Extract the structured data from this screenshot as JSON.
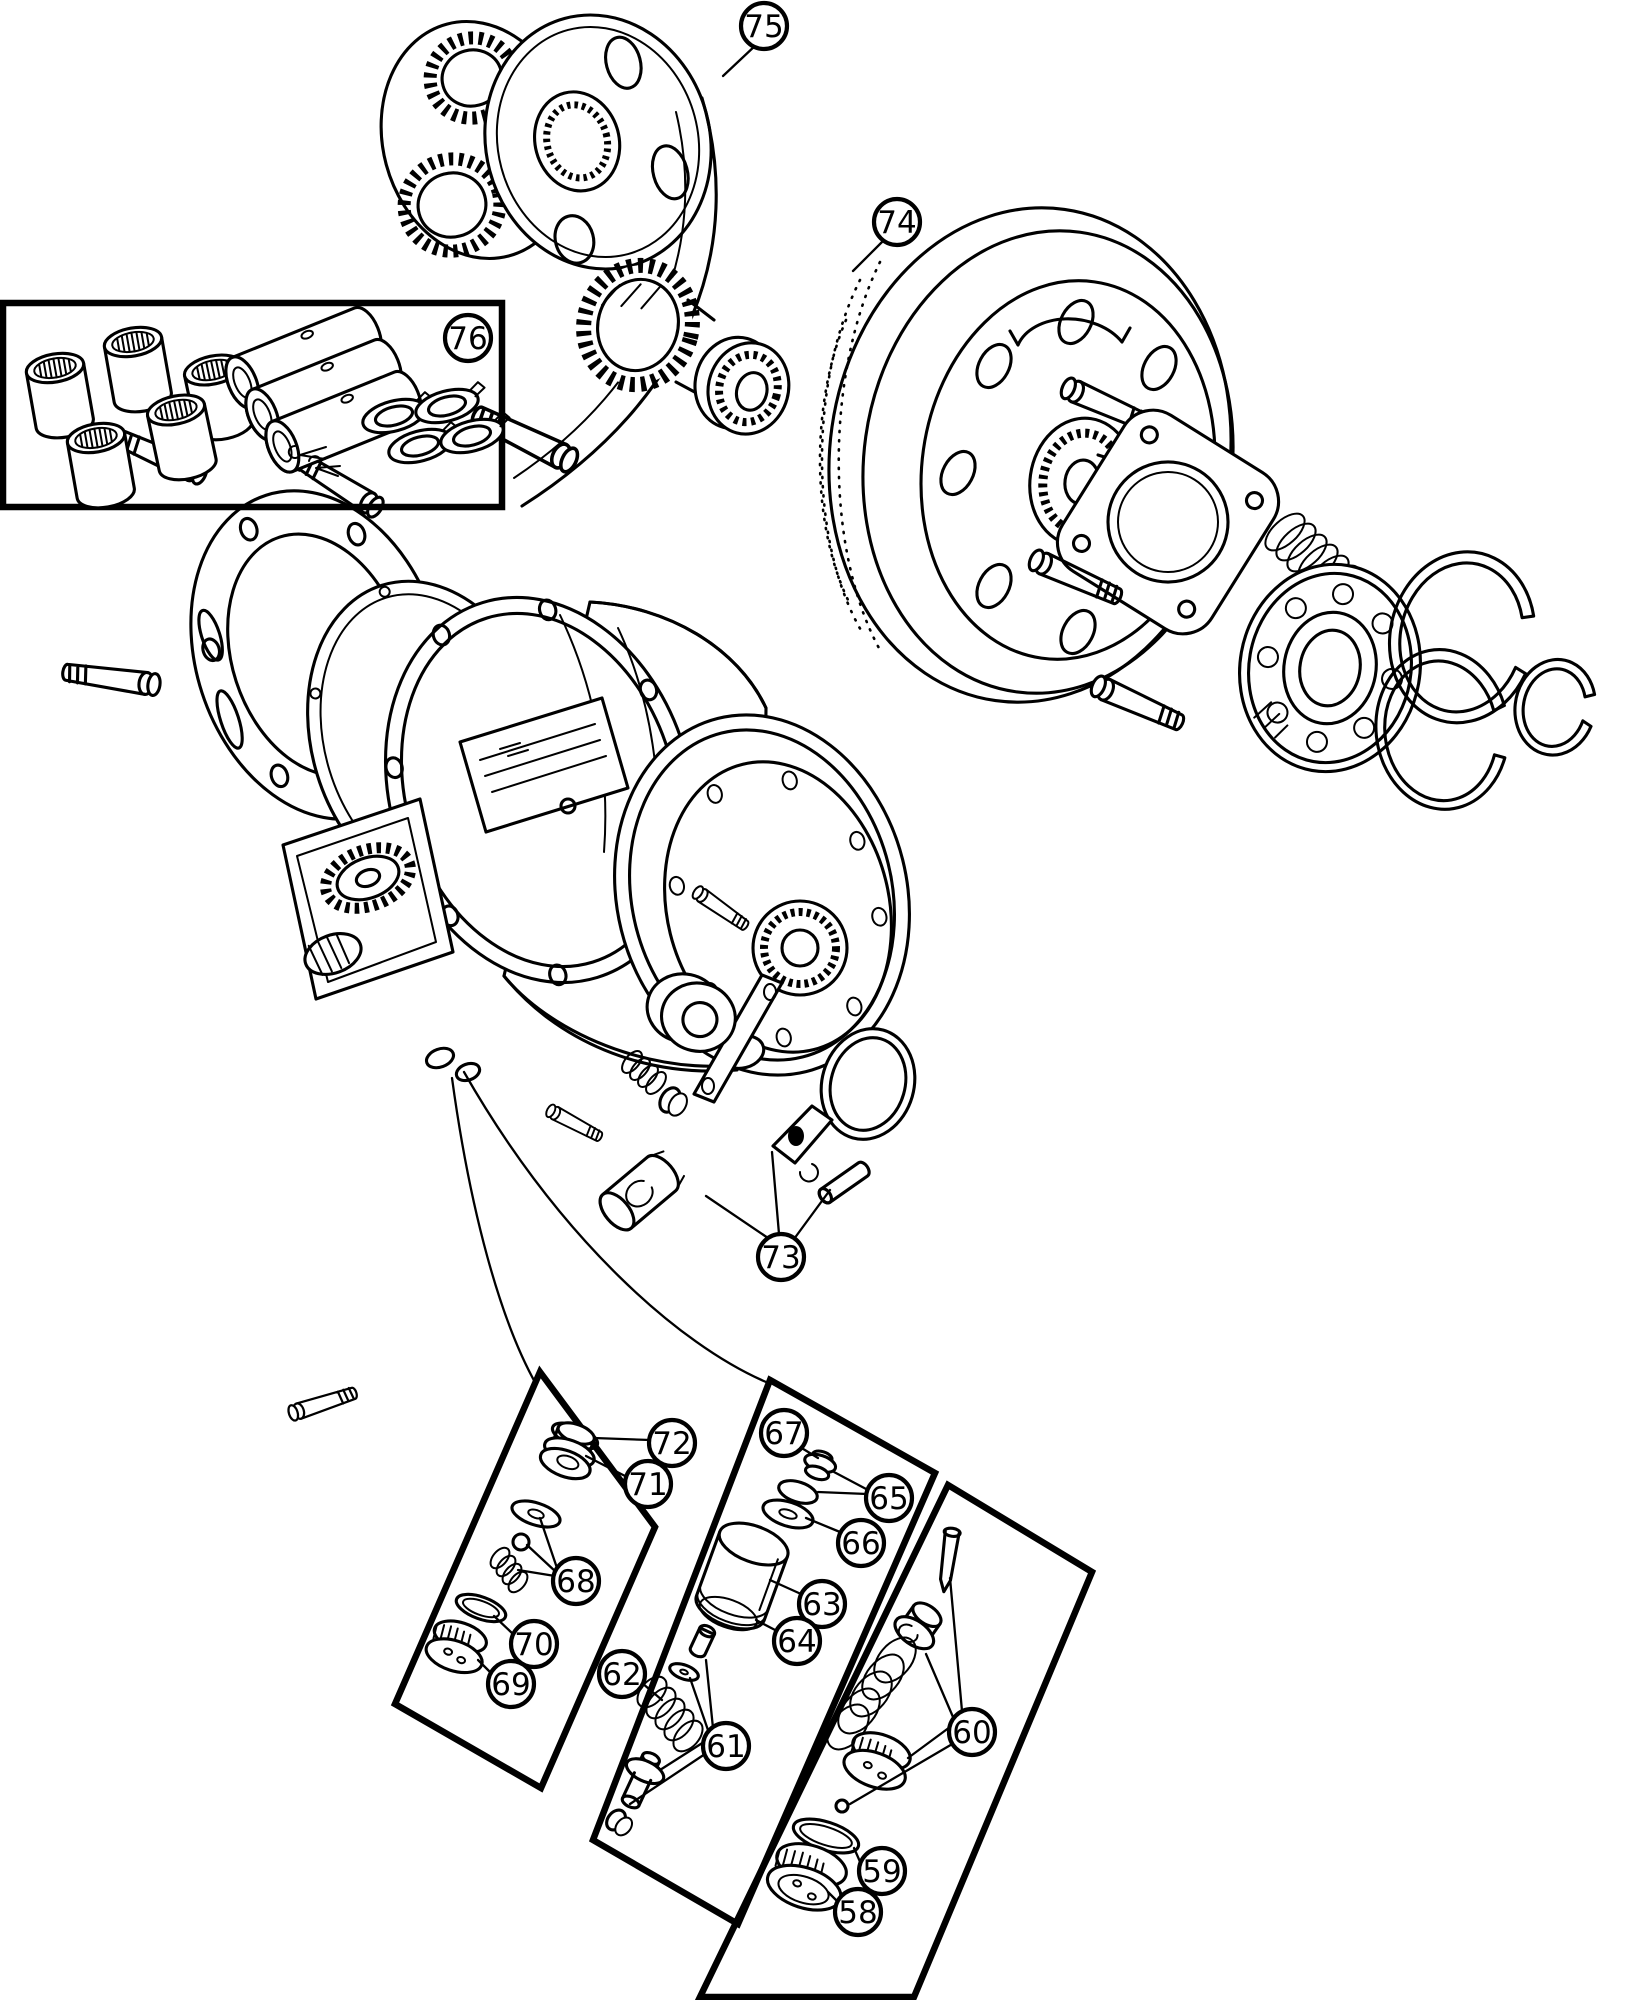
{
  "figure": {
    "type": "exploded-parts-diagram",
    "subject": "overdrive-gear-unit",
    "background": "#ffffff",
    "ink": "#000000"
  },
  "callouts": [
    {
      "label": "75"
    },
    {
      "label": "74"
    },
    {
      "label": "76"
    },
    {
      "label": "73"
    },
    {
      "label": "72"
    },
    {
      "label": "71"
    },
    {
      "label": "68"
    },
    {
      "label": "70"
    },
    {
      "label": "69"
    },
    {
      "label": "67"
    },
    {
      "label": "65"
    },
    {
      "label": "66"
    },
    {
      "label": "63"
    },
    {
      "label": "64"
    },
    {
      "label": "62"
    },
    {
      "label": "61"
    },
    {
      "label": "60"
    },
    {
      "label": "59"
    },
    {
      "label": "58"
    }
  ],
  "detail_boxes": [
    {
      "name": "bearing-kit-box",
      "callouts": [
        "76"
      ]
    },
    {
      "name": "left-valve-box",
      "callouts": [
        "72",
        "71",
        "68",
        "70",
        "69"
      ]
    },
    {
      "name": "middle-valve-box",
      "callouts": [
        "67",
        "65",
        "66",
        "63",
        "64",
        "62",
        "61"
      ]
    },
    {
      "name": "right-valve-box",
      "callouts": [
        "60",
        "59",
        "58"
      ]
    }
  ]
}
